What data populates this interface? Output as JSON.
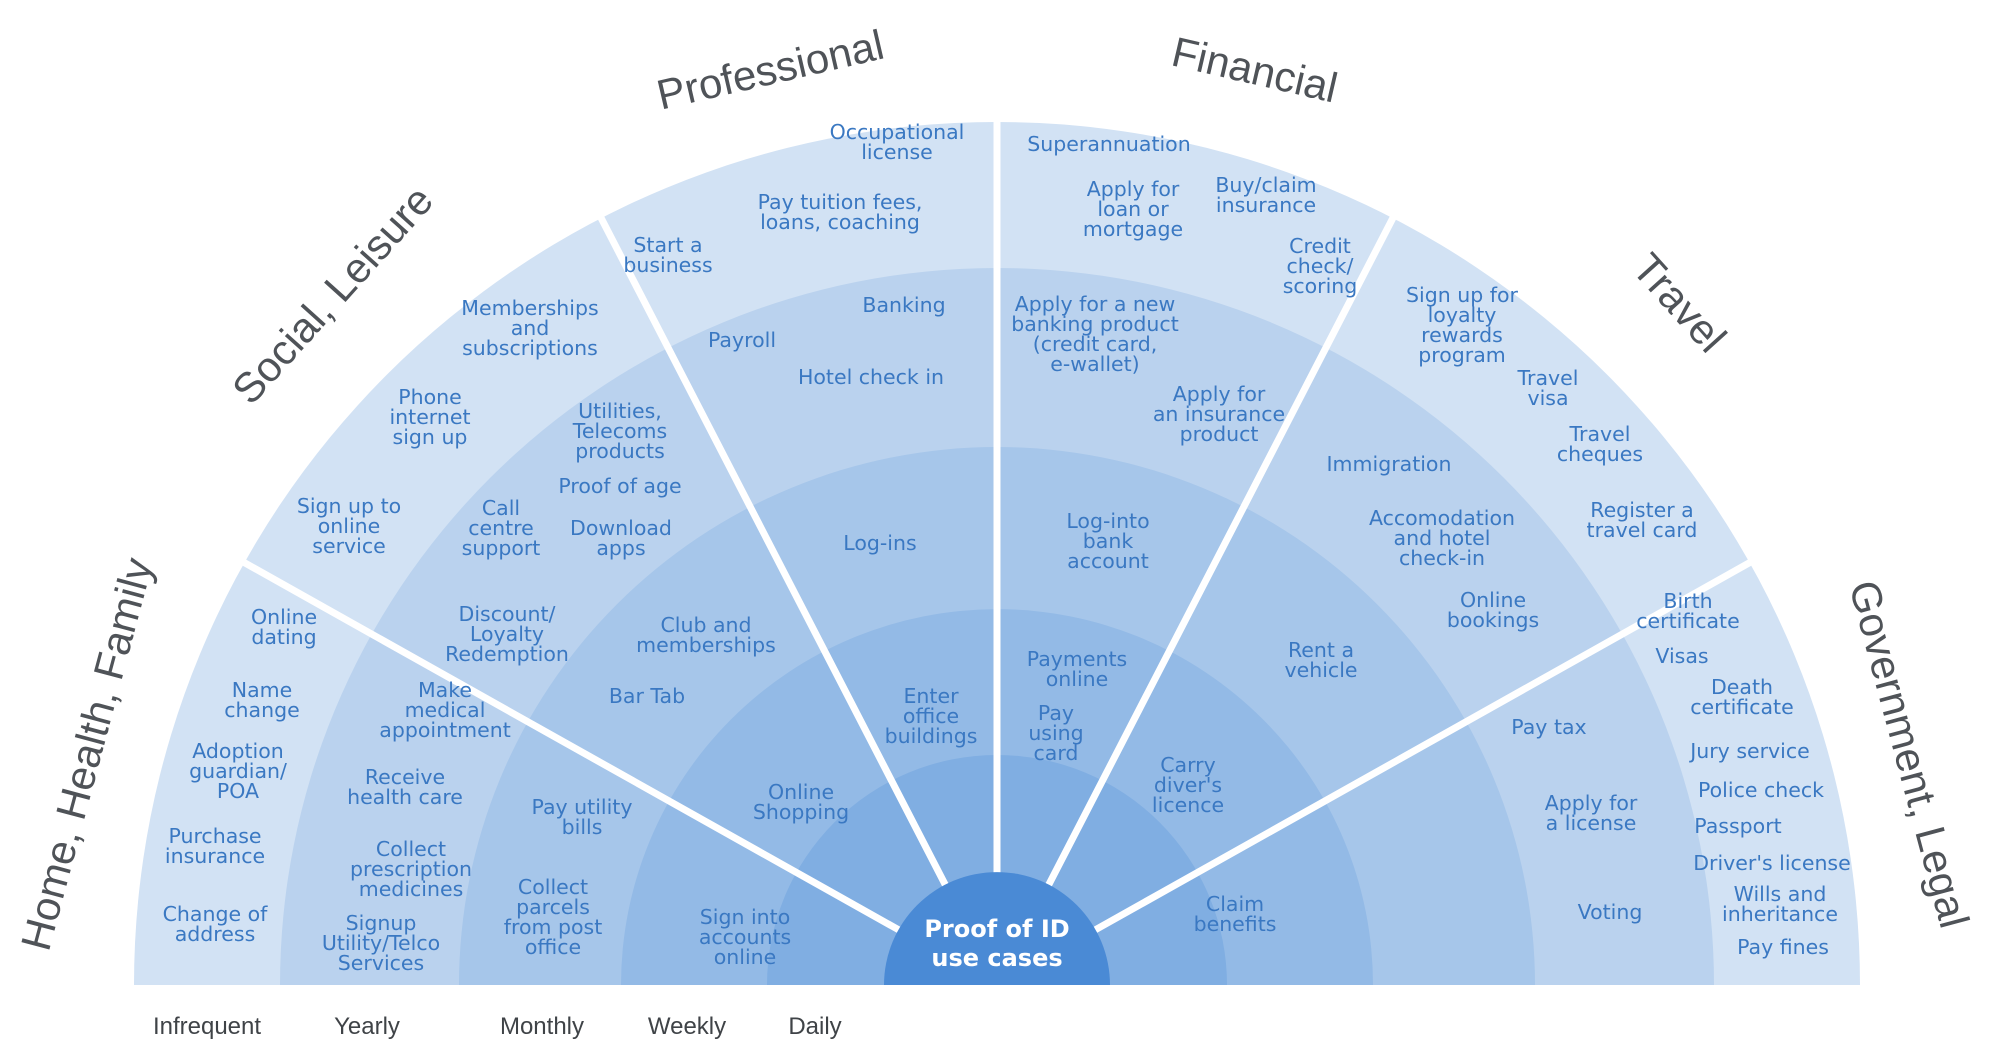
{
  "center_label": "Proof of ID\nuse cases",
  "frequency_labels": [
    "Infrequent",
    "Yearly",
    "Monthly",
    "Weekly",
    "Daily"
  ],
  "sectors": [
    {
      "title": "Home, Health, Family"
    },
    {
      "title": "Social, Leisure"
    },
    {
      "title": "Professional"
    },
    {
      "title": "Financial"
    },
    {
      "title": "Travel"
    },
    {
      "title": "Government, Legal"
    }
  ],
  "use_cases": [
    {
      "text": "Online\ndating"
    },
    {
      "text": "Name\nchange"
    },
    {
      "text": "Adoption\nguardian/\nPOA"
    },
    {
      "text": "Purchase\ninsurance"
    },
    {
      "text": "Change of\naddress"
    },
    {
      "text": "Make\nmedical\nappointment"
    },
    {
      "text": "Receive\nhealth care"
    },
    {
      "text": "Collect\nprescription\nmedicines"
    },
    {
      "text": "Signup\nUtility/Telco\nServices"
    },
    {
      "text": "Pay utility\nbills"
    },
    {
      "text": "Collect\nparcels\nfrom post\noffice"
    },
    {
      "text": "Sign into\naccounts\nonline"
    },
    {
      "text": "Sign up to\nonline\nservice"
    },
    {
      "text": "Phone\ninternet\nsign up"
    },
    {
      "text": "Memberships\nand\nsubscriptions"
    },
    {
      "text": "Utilities,\nTelecoms\nproducts"
    },
    {
      "text": "Proof of age"
    },
    {
      "text": "Call\ncentre\nsupport"
    },
    {
      "text": "Download\napps"
    },
    {
      "text": "Discount/\nLoyalty\nRedemption"
    },
    {
      "text": "Club and\nmemberships"
    },
    {
      "text": "Bar Tab"
    },
    {
      "text": "Online\nShopping"
    },
    {
      "text": "Occupational\nlicense"
    },
    {
      "text": "Pay tuition fees,\nloans, coaching"
    },
    {
      "text": "Start a\nbusiness"
    },
    {
      "text": "Banking"
    },
    {
      "text": "Payroll"
    },
    {
      "text": "Hotel check in"
    },
    {
      "text": "Log-ins"
    },
    {
      "text": "Enter\noffice\nbuildings"
    },
    {
      "text": "Superannuation"
    },
    {
      "text": "Apply for\nloan or\nmortgage"
    },
    {
      "text": "Buy/claim\ninsurance"
    },
    {
      "text": "Credit\ncheck/\nscoring"
    },
    {
      "text": "Apply for a new\nbanking product\n(credit card,\ne-wallet)"
    },
    {
      "text": "Apply for\nan insurance\nproduct"
    },
    {
      "text": "Log-into\nbank\naccount"
    },
    {
      "text": "Payments\nonline"
    },
    {
      "text": "Pay\nusing\ncard"
    },
    {
      "text": "Carry\ndiver's\nlicence"
    },
    {
      "text": "Sign up for\nloyalty\nrewards\nprogram"
    },
    {
      "text": "Travel\nvisa"
    },
    {
      "text": "Travel\ncheques"
    },
    {
      "text": "Register a\ntravel card"
    },
    {
      "text": "Immigration"
    },
    {
      "text": "Accomodation\nand hotel\ncheck-in"
    },
    {
      "text": "Online\nbookings"
    },
    {
      "text": "Rent a\nvehicle"
    },
    {
      "text": "Birth\ncertificate"
    },
    {
      "text": "Visas"
    },
    {
      "text": "Death\ncertificate"
    },
    {
      "text": "Jury service"
    },
    {
      "text": "Police check"
    },
    {
      "text": "Passport"
    },
    {
      "text": "Driver's license"
    },
    {
      "text": "Wills and\ninheritance"
    },
    {
      "text": "Pay fines"
    },
    {
      "text": "Pay tax"
    },
    {
      "text": "Apply for\na license"
    },
    {
      "text": "Voting"
    },
    {
      "text": "Claim\nbenefits"
    }
  ],
  "colors": {
    "ring_infrequent": "#d2e2f4",
    "ring_yearly": "#bad2ee",
    "ring_monthly": "#a6c6ea",
    "ring_weekly": "#93bae6",
    "ring_daily": "#80aee2",
    "center": "#4a8ad5",
    "divider": "#ffffff",
    "text": "#3a78c2"
  }
}
